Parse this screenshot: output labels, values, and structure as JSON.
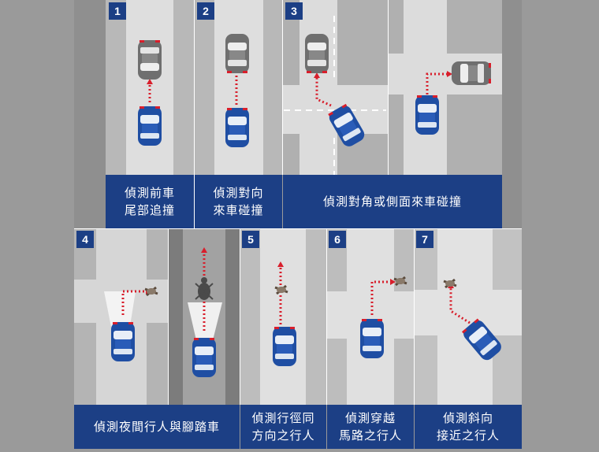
{
  "panels": [
    {
      "number": "1",
      "caption_lines": [
        "偵測前車",
        "尾部追撞"
      ]
    },
    {
      "number": "2",
      "caption_lines": [
        "偵測對向",
        "來車碰撞"
      ]
    },
    {
      "number": "3",
      "caption_lines": [
        "偵測對角或側面來車碰撞"
      ]
    },
    {
      "number": "4",
      "caption_lines": [
        "偵測夜間行人與腳踏車"
      ]
    },
    {
      "number": "5",
      "caption_lines": [
        "偵測行徑同",
        "方向之行人"
      ]
    },
    {
      "number": "6",
      "caption_lines": [
        "偵測穿越",
        "馬路之行人"
      ]
    },
    {
      "number": "7",
      "caption_lines": [
        "偵測斜向",
        "接近之行人"
      ]
    }
  ],
  "colors": {
    "caption_bg": "#1c3f85",
    "ego_car": "#1f4ea3",
    "other_car": "#6f6f6f",
    "detection_arrow": "#d81e2b"
  }
}
